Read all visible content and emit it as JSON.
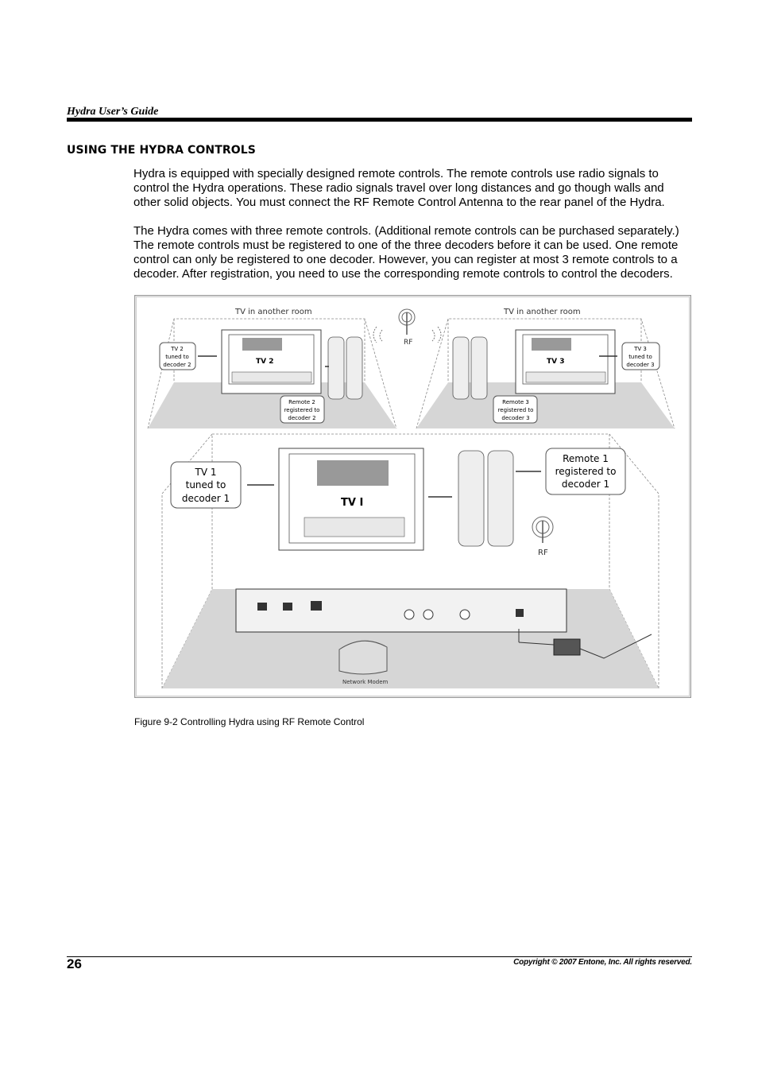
{
  "header": {
    "title": "Hydra User’s Guide"
  },
  "section": {
    "heading": "USING THE HYDRA CONTROLS"
  },
  "paragraphs": [
    "Hydra is equipped with specially designed remote controls. The remote controls use radio signals to control the Hydra operations. These radio signals travel over long distances and go though walls and other solid objects. You must connect the RF Remote Control Antenna to the rear panel of the Hydra.",
    "The Hydra comes with three remote controls. (Additional remote controls can be purchased separately.) The remote controls must be registered to one of the three decoders before it can be used. One remote control can only be registered to one decoder. However, you can register at most 3 remote controls to a decoder. After registration, you need to use the corresponding remote controls to control the decoders."
  ],
  "figure": {
    "room_label_left": "TV in another room",
    "room_label_right": "TV in another room",
    "rf_top": "RF",
    "rf_bottom": "RF",
    "tv2_screen": "TV 2",
    "tv3_screen": "TV 3",
    "tv1_screen": "TV I",
    "tv2_tuned": [
      "TV 2",
      "tuned to",
      "decoder 2"
    ],
    "tv3_tuned": [
      "TV 3",
      "tuned to",
      "decoder 3"
    ],
    "tv1_tuned": [
      "TV 1",
      "tuned to",
      "decoder 1"
    ],
    "remote2": [
      "Remote 2",
      "registered to",
      "decoder 2"
    ],
    "remote3": [
      "Remote 3",
      "registered to",
      "decoder 3"
    ],
    "remote1": [
      "Remote 1",
      "registered to",
      "decoder 1"
    ],
    "modem_label": "Network Modem"
  },
  "caption": "Figure 9-2 Controlling Hydra using RF Remote Control",
  "footer": {
    "page_number": "26",
    "copyright": "Copyright © 2007 Entone, Inc. All rights reserved."
  }
}
